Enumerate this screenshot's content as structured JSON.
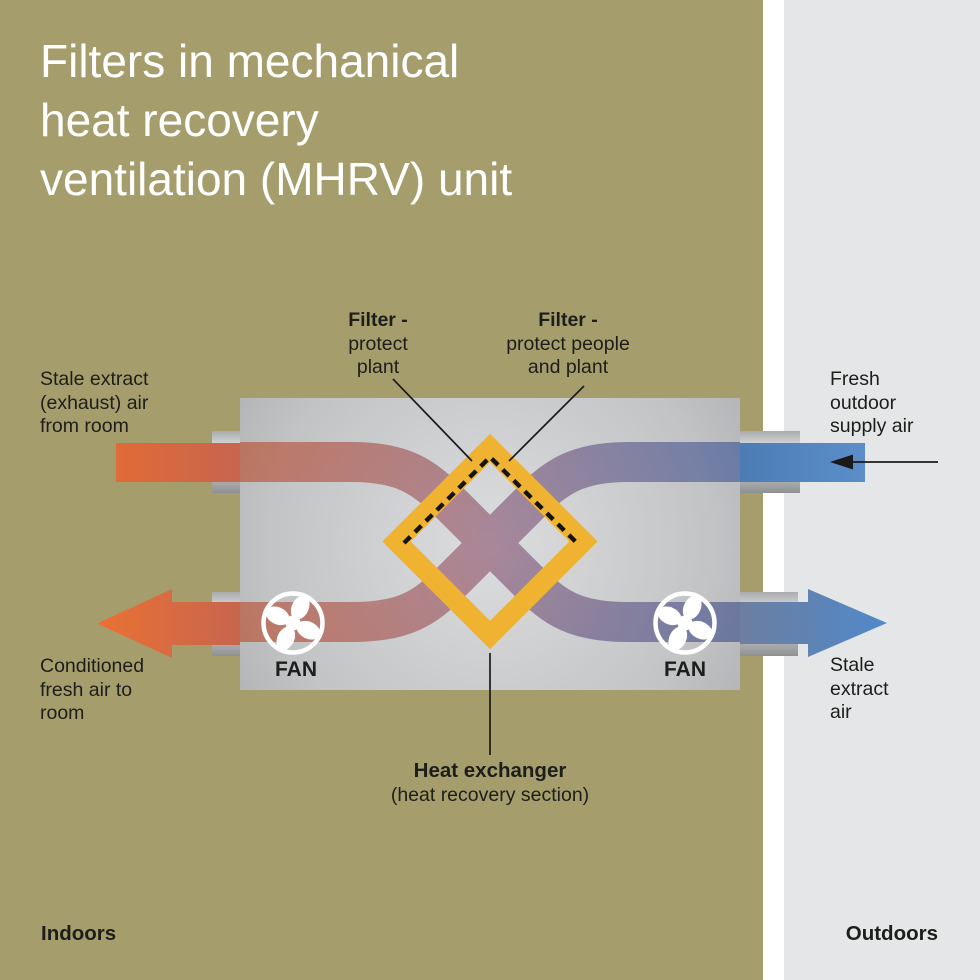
{
  "title": {
    "line1": "Filters in mechanical",
    "line2": "heat recovery",
    "line3": "ventilation (MHRV) unit"
  },
  "diagram": {
    "stale_in": {
      "line1": "Stale extract",
      "line2": "(exhaust) air",
      "line3": "from room"
    },
    "fresh_in": {
      "line1": "Fresh",
      "line2": "outdoor",
      "line3": "supply air"
    },
    "cond_out": {
      "line1": "Conditioned",
      "line2": "fresh air to",
      "line3": "room"
    },
    "stale_out": {
      "line1": "Stale",
      "line2": "extract",
      "line3": "air"
    },
    "filter_left": {
      "heading": "Filter -",
      "line1": "protect",
      "line2": "plant"
    },
    "filter_right": {
      "heading": "Filter -",
      "line1": "protect people",
      "line2": "and plant"
    },
    "heat_exchanger": {
      "heading": "Heat exchanger",
      "subheading": "(heat recovery section)"
    },
    "fan_left": "FAN",
    "fan_right": "FAN"
  },
  "zones": {
    "indoors": "Indoors",
    "outdoors": "Outdoors"
  },
  "colors": {
    "indoors_background": "#a59e6c",
    "outdoors_background": "#e5e6e7",
    "wall_gap": "#ffffff",
    "unit_gray": "#c2c3c5",
    "heat_exchanger_gold": "#f0b331",
    "warm_air_orange": "#e06b37",
    "cool_air_blue": "#5587c4",
    "text_dark": "#1d1d1b",
    "title_white": "#ffffff"
  }
}
